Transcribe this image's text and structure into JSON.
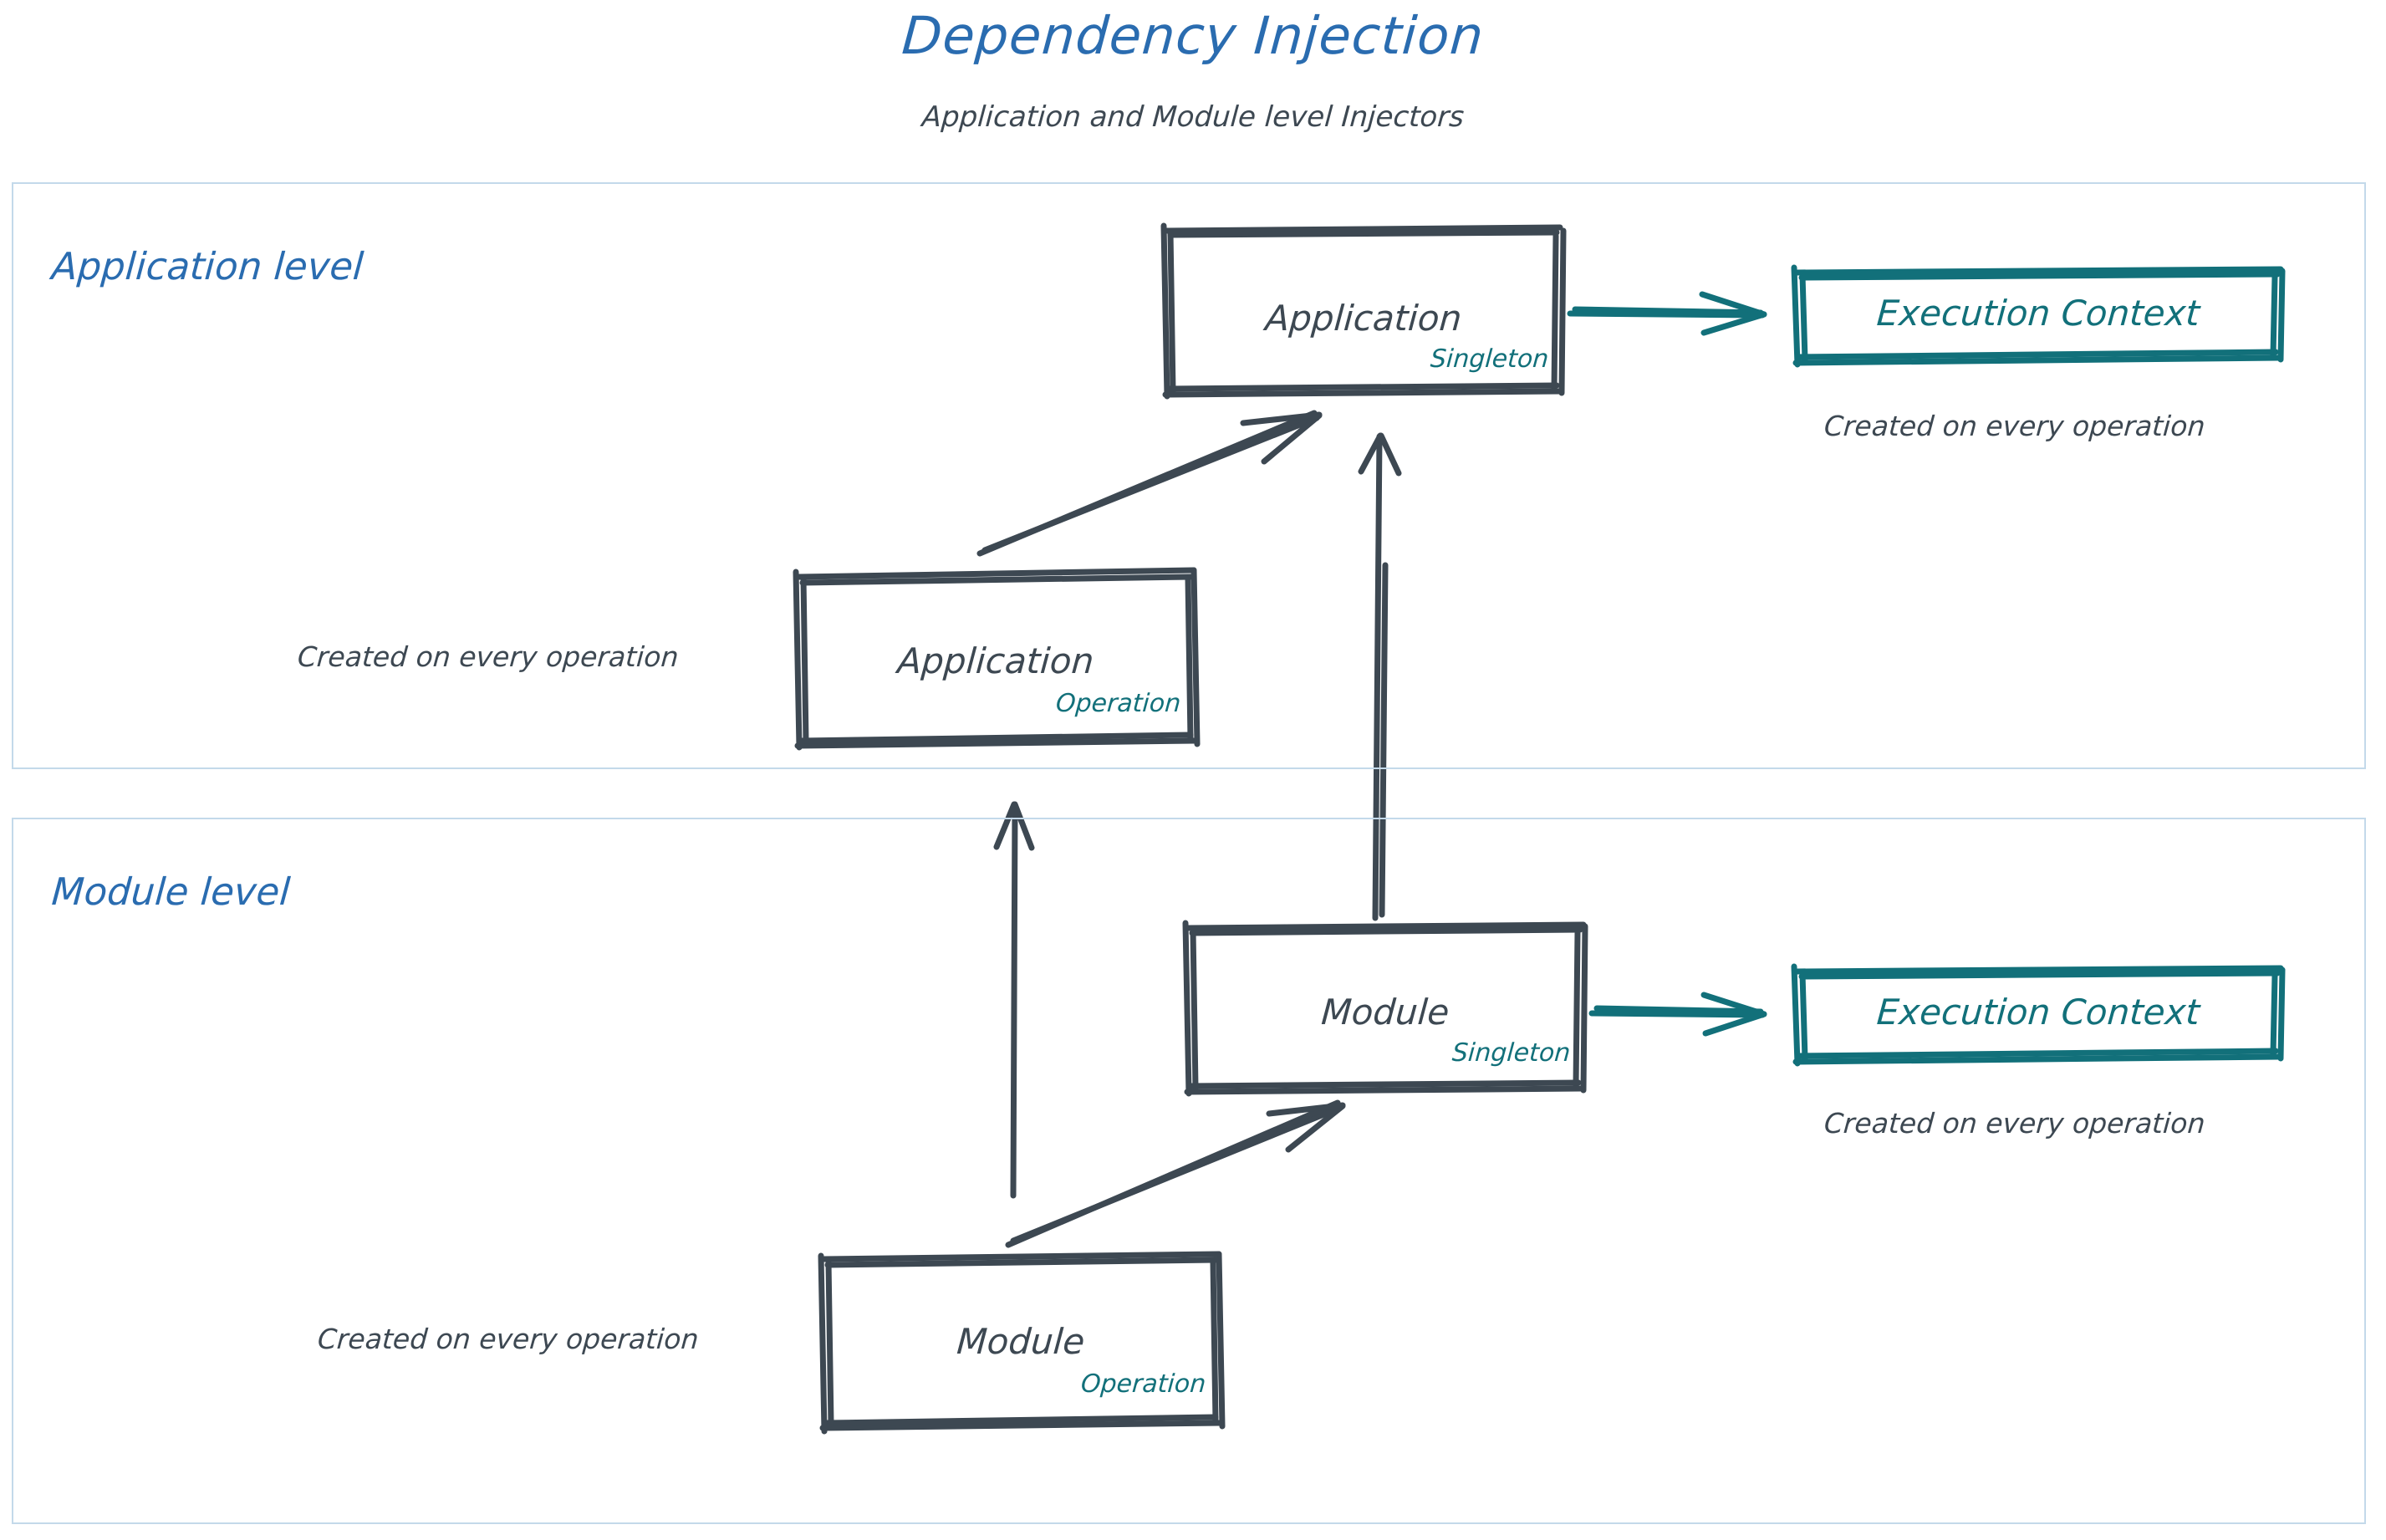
{
  "header": {
    "title": "Dependency Injection",
    "subtitle": "Application and Module level Injectors"
  },
  "colors": {
    "title_blue": "#2a6cb0",
    "ink_dark": "#3d4852",
    "teal": "#12707a",
    "container_border": "#c3d9ea",
    "background": "#ffffff"
  },
  "sections": [
    {
      "id": "application-level",
      "label": "Application level"
    },
    {
      "id": "module-level",
      "label": "Module level"
    }
  ],
  "nodes": {
    "app_singleton": {
      "title": "Application",
      "scope": "Singleton"
    },
    "app_operation": {
      "title": "Application",
      "scope": "Operation"
    },
    "mod_singleton": {
      "title": "Module",
      "scope": "Singleton"
    },
    "mod_operation": {
      "title": "Module",
      "scope": "Operation"
    },
    "ec_application": {
      "title": "Execution Context"
    },
    "ec_module": {
      "title": "Execution Context"
    }
  },
  "captions": {
    "ec_application": "Created on every operation",
    "ec_module": "Created on every operation",
    "app_operation": "Created on every operation",
    "mod_operation": "Created on every operation"
  },
  "edges": [
    {
      "from": "app_operation",
      "to": "app_singleton",
      "style": "sketch-arrow-dark"
    },
    {
      "from": "app_singleton",
      "to": "ec_application",
      "style": "sketch-arrow-teal"
    },
    {
      "from": "mod_singleton",
      "to": "app_singleton",
      "style": "sketch-arrow-dark"
    },
    {
      "from": "mod_operation",
      "to": "mod_singleton",
      "style": "sketch-arrow-dark"
    },
    {
      "from": "mod_operation",
      "to": "app_operation",
      "style": "sketch-arrow-dark"
    },
    {
      "from": "mod_singleton",
      "to": "ec_module",
      "style": "sketch-arrow-teal"
    }
  ]
}
